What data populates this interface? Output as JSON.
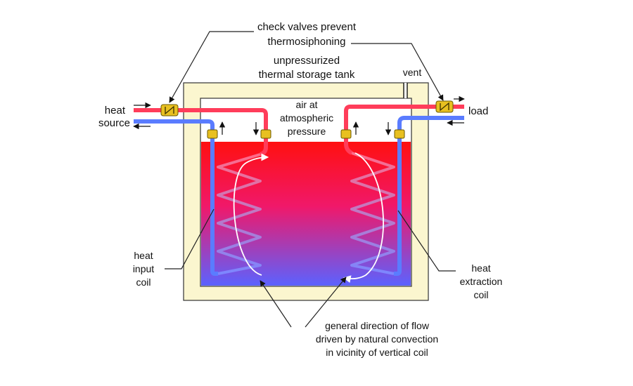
{
  "labels": {
    "check_valves_line1": "check valves prevent",
    "check_valves_line2": "thermosiphoning",
    "tank_line1": "unpressurized",
    "tank_line2": "thermal storage tank",
    "vent": "vent",
    "air_line1": "air at",
    "air_line2": "atmospheric",
    "air_line3": "pressure",
    "heat_source_line1": "heat",
    "heat_source_line2": "source",
    "load": "load",
    "input_coil_line1": "heat",
    "input_coil_line2": "input",
    "input_coil_line3": "coil",
    "extraction_coil_line1": "heat",
    "extraction_coil_line2": "extraction",
    "extraction_coil_line3": "coil",
    "flow_line1": "general direction of flow",
    "flow_line2": "driven by natural convection",
    "flow_line3": "in vicinity of vertical coil"
  },
  "colors": {
    "tank_insulation": "#fbf6cf",
    "hot_water": "#ff1010",
    "cool_water": "#5b62ff",
    "hot_pipe": "#ff3d5a",
    "cold_pipe": "#5a7cff",
    "valve": "#e8c020"
  }
}
